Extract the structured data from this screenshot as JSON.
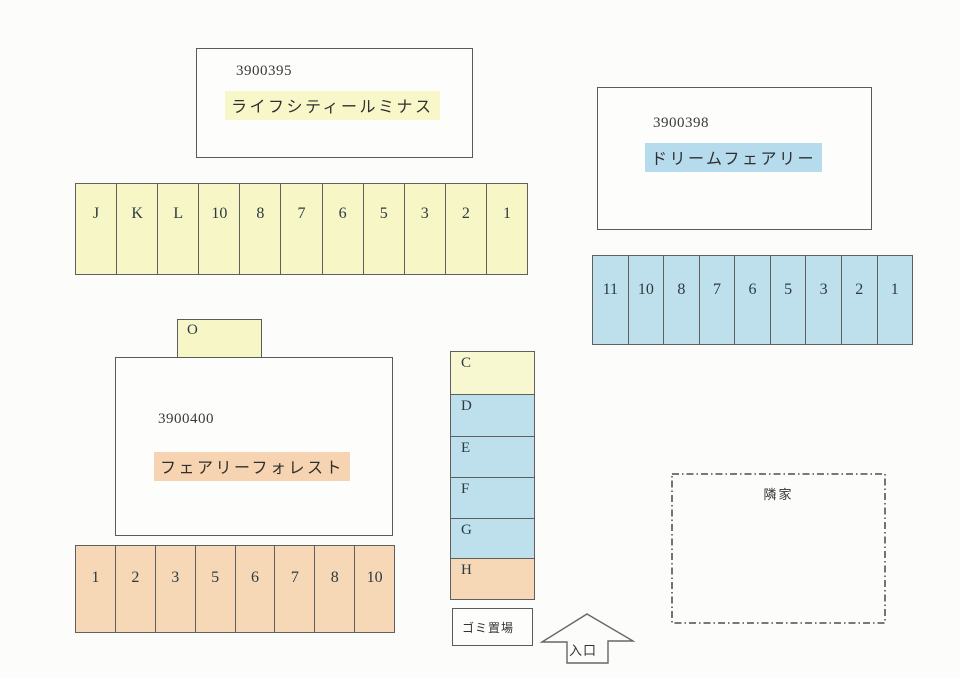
{
  "diagram": {
    "type": "parking-layout",
    "colors": {
      "yellow_fill": "#f6f6c6",
      "blue_fill": "#bedfec",
      "peach_fill": "#f6d8b6",
      "yellow_highlight": "#f8f7c9",
      "blue_highlight": "#b6dbec",
      "peach_highlight": "#f6d4b2"
    }
  },
  "buildings": {
    "luminas": {
      "code": "3900395",
      "name": "ライフシティールミナス"
    },
    "dream_fairy": {
      "code": "3900398",
      "name": "ドリームフェアリー"
    },
    "fairy_forest": {
      "code": "3900400",
      "name": "フェアリーフォレスト"
    }
  },
  "parking_rows": {
    "luminas": {
      "spaces": [
        "J",
        "K",
        "L",
        "10",
        "8",
        "7",
        "6",
        "5",
        "3",
        "2",
        "1"
      ]
    },
    "dream_fairy": {
      "spaces": [
        "11",
        "10",
        "8",
        "7",
        "6",
        "5",
        "3",
        "2",
        "1"
      ]
    },
    "fairy_forest": {
      "spaces": [
        "1",
        "2",
        "3",
        "5",
        "6",
        "7",
        "8",
        "10"
      ]
    }
  },
  "o_space": {
    "label": "O"
  },
  "column_spaces": {
    "c": "C",
    "d": "D",
    "e": "E",
    "f": "F",
    "g": "G",
    "h": "H"
  },
  "garbage_area": {
    "label": "ゴミ置場"
  },
  "entrance": {
    "label": "入口"
  },
  "neighbor": {
    "label": "隣家"
  }
}
